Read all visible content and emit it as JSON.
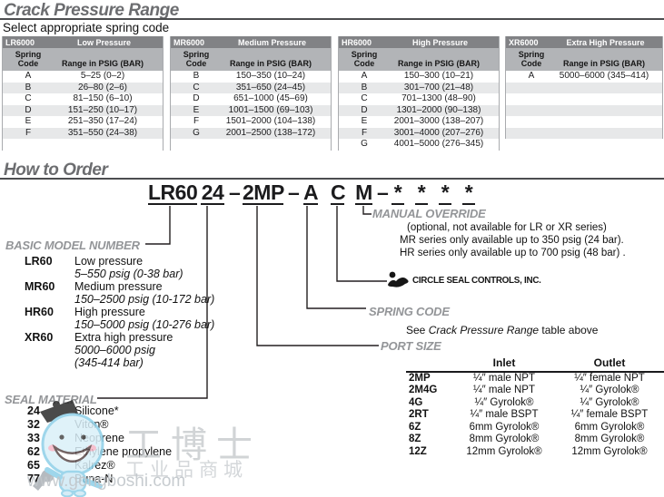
{
  "header": {
    "title": "Crack Pressure Range",
    "subtitle": "Select appropriate spring code"
  },
  "spring_tables": {
    "col_code": "Spring Code",
    "col_range": "Range in PSIG (BAR)",
    "tables": [
      {
        "model": "LR6000",
        "label": "Low Pressure",
        "rows": [
          {
            "c": "A",
            "r": "5–25 (0–2)"
          },
          {
            "c": "B",
            "r": "26–80 (2–6)"
          },
          {
            "c": "C",
            "r": "81–150 (6–10)"
          },
          {
            "c": "D",
            "r": "151–250 (10–17)"
          },
          {
            "c": "E",
            "r": "251–350 (17–24)"
          },
          {
            "c": "F",
            "r": "351–550 (24–38)"
          },
          {
            "c": "",
            "r": ""
          }
        ]
      },
      {
        "model": "MR6000",
        "label": "Medium Pressure",
        "rows": [
          {
            "c": "B",
            "r": "150–350 (10–24)"
          },
          {
            "c": "C",
            "r": "351–650 (24–45)"
          },
          {
            "c": "D",
            "r": "651–1000 (45–69)"
          },
          {
            "c": "E",
            "r": "1001–1500 (69–103)"
          },
          {
            "c": "F",
            "r": "1501–2000 (104–138)"
          },
          {
            "c": "G",
            "r": "2001–2500 (138–172)"
          },
          {
            "c": "",
            "r": ""
          }
        ]
      },
      {
        "model": "HR6000",
        "label": "High Pressure",
        "rows": [
          {
            "c": "A",
            "r": "150–300 (10–21)"
          },
          {
            "c": "B",
            "r": "301–700 (21–48)"
          },
          {
            "c": "C",
            "r": "701–1300 (48–90)"
          },
          {
            "c": "D",
            "r": "1301–2000 (90–138)"
          },
          {
            "c": "E",
            "r": "2001–3000 (138–207)"
          },
          {
            "c": "F",
            "r": "3001–4000 (207–276)"
          },
          {
            "c": "G",
            "r": "4001–5000 (276–345)"
          }
        ]
      },
      {
        "model": "XR6000",
        "label": "Extra High Pressure",
        "rows": [
          {
            "c": "A",
            "r": "5000–6000 (345–414)"
          },
          {
            "c": "",
            "r": ""
          },
          {
            "c": "",
            "r": ""
          },
          {
            "c": "",
            "r": ""
          },
          {
            "c": "",
            "r": ""
          },
          {
            "c": "",
            "r": ""
          }
        ]
      }
    ]
  },
  "how_to_order": {
    "title": "How to Order",
    "code_segments": [
      {
        "t": "LR60"
      },
      {
        "t": "24"
      },
      {
        "t": "–"
      },
      {
        "t": "2MP"
      },
      {
        "t": "–"
      },
      {
        "t": "A"
      },
      {
        "t": "C"
      },
      {
        "t": "M"
      },
      {
        "t": "–"
      },
      {
        "t": "*"
      },
      {
        "t": "*"
      },
      {
        "t": "*"
      },
      {
        "t": "*"
      }
    ],
    "manual_override": {
      "label": "MANUAL OVERRIDE",
      "lines": [
        "(optional, not available for LR or XR series)",
        "MR series only available up to 350 psig (24 bar).",
        "HR series only available up to 700 psig (48 bar) ."
      ]
    },
    "logo_text": "CIRCLE SEAL CONTROLS, INC.",
    "spring_code": {
      "label": "SPRING CODE",
      "note_pre": "See ",
      "note_italic": "Crack Pressure Range",
      "note_post": " table above"
    },
    "port_size": {
      "label": "PORT SIZE",
      "col_inlet": "Inlet",
      "col_outlet": "Outlet",
      "rows": [
        {
          "code": "2MP",
          "inlet": "¼″ male NPT",
          "outlet": "¼″ female NPT"
        },
        {
          "code": "2M4G",
          "inlet": "¼″ male NPT",
          "outlet": "¼″ Gyrolok®"
        },
        {
          "code": "4G",
          "inlet": "¼″ Gyrolok®",
          "outlet": "¼″ Gyrolok®"
        },
        {
          "code": "2RT",
          "inlet": "¼″ male BSPT",
          "outlet": "¼″ female BSPT"
        },
        {
          "code": "6Z",
          "inlet": "6mm Gyrolok®",
          "outlet": "6mm Gyrolok®"
        },
        {
          "code": "8Z",
          "inlet": "8mm Gyrolok®",
          "outlet": "8mm Gyrolok®"
        },
        {
          "code": "12Z",
          "inlet": "12mm Gyrolok®",
          "outlet": "12mm Gyrolok®"
        }
      ]
    },
    "basic_model": {
      "label": "BASIC MODEL NUMBER",
      "items": [
        {
          "code": "LR60",
          "name": "Low pressure",
          "sub": "5–550 psig (0-38 bar)"
        },
        {
          "code": "MR60",
          "name": "Medium pressure",
          "sub": "150–2500 psig (10-172 bar)"
        },
        {
          "code": "HR60",
          "name": "High pressure",
          "sub": "150–5000 psig (10-276 bar)"
        },
        {
          "code": "XR60",
          "name": "Extra high pressure",
          "sub": "5000–6000 psig\n(345-414 bar)"
        }
      ]
    },
    "seal_material": {
      "label": "SEAL MATERIAL",
      "items": [
        {
          "code": "24",
          "name": "Silicone*"
        },
        {
          "code": "32",
          "name": "Viton®"
        },
        {
          "code": "33",
          "name": "Neoprene"
        },
        {
          "code": "62",
          "name": "Ethylene propylene"
        },
        {
          "code": "65",
          "name": "Kalrez®"
        },
        {
          "code": "77",
          "name": "Buna-N"
        }
      ]
    }
  },
  "watermark": {
    "line1": "工博士",
    "line2": "工业品商城",
    "url": "www.gongboshi.com"
  },
  "colors": {
    "table_header_bg": "#818285",
    "table_subheader_bg": "#b2b4b7",
    "row_stripe": "#e7e8e9",
    "heading_gray": "#6c6d70",
    "label_gray": "#939598"
  }
}
